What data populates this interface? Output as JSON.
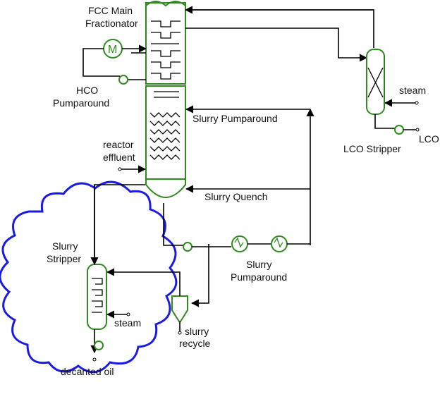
{
  "labels": {
    "main_frac_1": "FCC Main",
    "main_frac_2": "Fractionator",
    "hco_1": "HCO",
    "hco_2": "Pumparound",
    "slurry_pa_top": "Slurry Pumparound",
    "reactor_1": "reactor",
    "reactor_2": "effluent",
    "slurry_quench": "Slurry Quench",
    "slurry_stripper_1": "Slurry",
    "slurry_stripper_2": "Stripper",
    "slurry_pa_bot_1": "Slurry",
    "slurry_pa_bot_2": "Pumparound",
    "steam_lco": "steam",
    "lco_stripper": "LCO Stripper",
    "lco": "LCO",
    "steam_slurry": "steam",
    "slurry_recycle_1": "slurry",
    "slurry_recycle_2": "recycle",
    "decanted_oil": "decanted oil",
    "exchanger_symbol": "M"
  },
  "colors": {
    "equipment": "#2e8b1e",
    "cloud": "#1a1ae6",
    "lines": "#000000"
  }
}
